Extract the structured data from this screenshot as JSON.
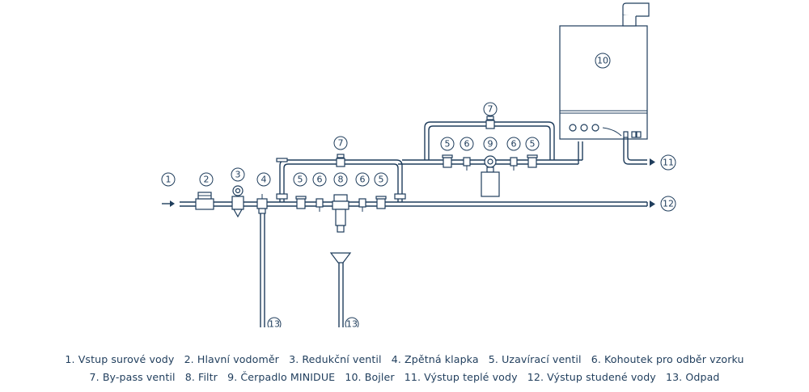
{
  "badges": [
    "1",
    "2",
    "3",
    "4",
    "5",
    "6",
    "7",
    "8",
    "9",
    "10",
    "11",
    "12",
    "13"
  ],
  "legend": {
    "row1": [
      "1. Vstup surové vody",
      "2. Hlavní vodoměr",
      "3. Redukční ventil",
      "4. Zpětná klapka",
      "5. Uzavírací ventil",
      "6. Kohoutek pro odběr vzorku"
    ],
    "row2": [
      "7. By-pass ventil",
      "8. Filtr",
      "9. Čerpadlo MINIDUE",
      "10. Bojler",
      "11. Výstup teplé vody",
      "12. Výstup studené vody",
      "13. Odpad"
    ]
  },
  "colors": {
    "line": "#1f3d5c",
    "ground": "#eeeeee"
  }
}
